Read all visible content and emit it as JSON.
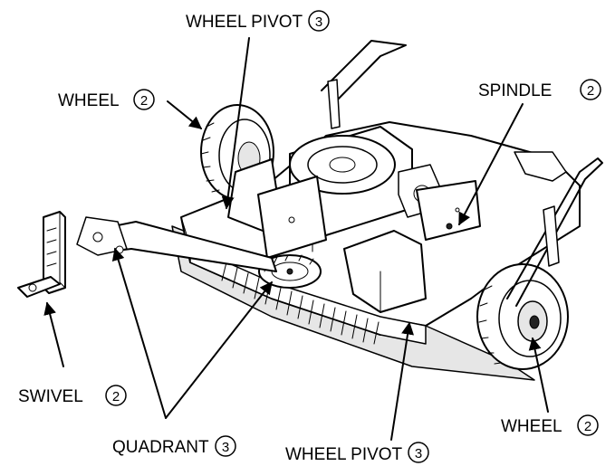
{
  "labels": {
    "wheel_pivot_top": {
      "text": "WHEEL PIVOT",
      "number": "3"
    },
    "wheel_left": {
      "text": "WHEEL",
      "number": "2"
    },
    "spindle": {
      "text": "SPINDLE",
      "number": "2"
    },
    "swivel": {
      "text": "SWIVEL",
      "number": "2"
    },
    "wheel_right": {
      "text": "WHEEL",
      "number": "2"
    },
    "quadrant": {
      "text": "QUADRANT",
      "number": "3"
    },
    "wheel_pivot_bottom": {
      "text": "WHEEL PIVOT",
      "number": "3"
    }
  }
}
